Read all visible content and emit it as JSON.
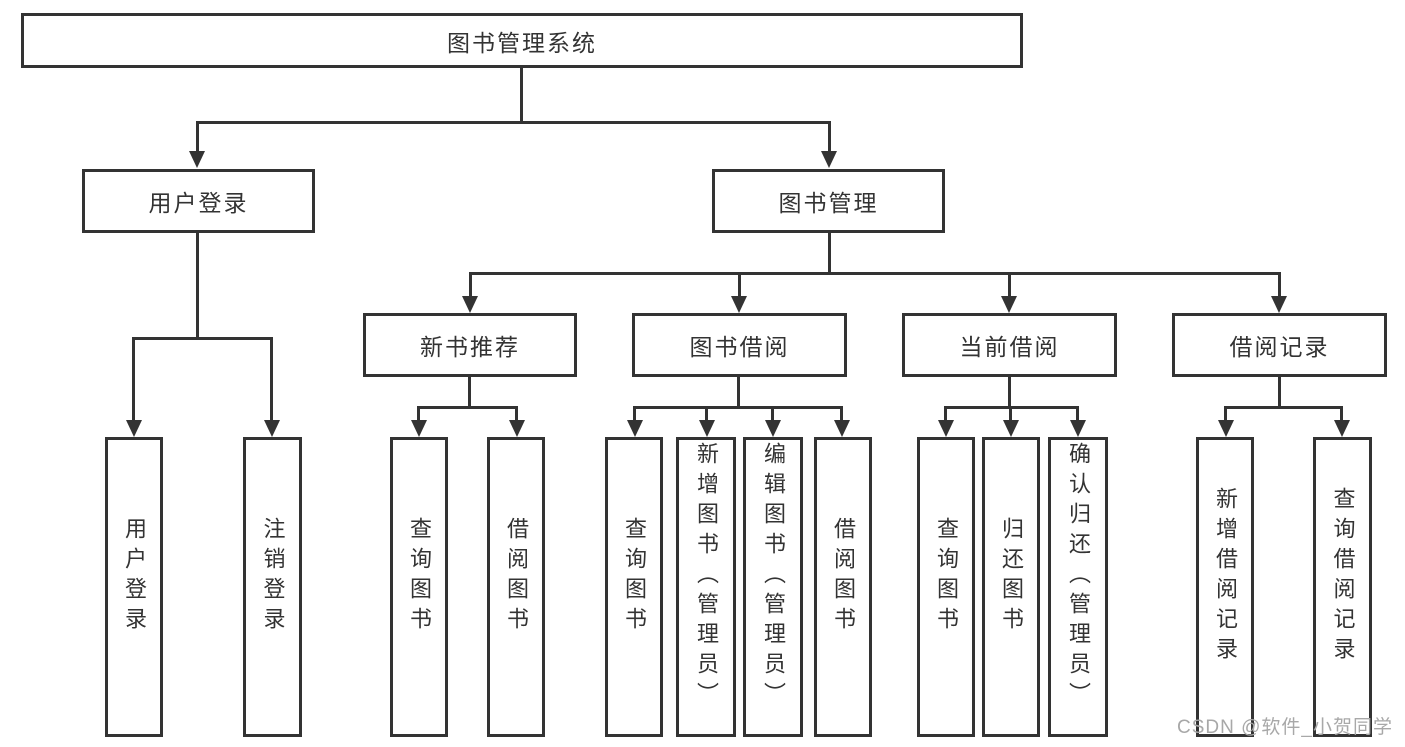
{
  "tree": {
    "root": {
      "label": "图书管理系统"
    },
    "branches": [
      {
        "label": "用户登录",
        "children": [
          {
            "label": "用户登录"
          },
          {
            "label": "注销登录"
          }
        ]
      },
      {
        "label": "图书管理",
        "children": [
          {
            "label": "新书推荐",
            "children": [
              {
                "label": "查询图书"
              },
              {
                "label": "借阅图书"
              }
            ]
          },
          {
            "label": "图书借阅",
            "children": [
              {
                "label": "查询图书"
              },
              {
                "label": "新增图书（管理员）"
              },
              {
                "label": "编辑图书（管理员）"
              },
              {
                "label": "借阅图书"
              }
            ]
          },
          {
            "label": "当前借阅",
            "children": [
              {
                "label": "查询图书"
              },
              {
                "label": "归还图书"
              },
              {
                "label": "确认归还（管理员）"
              }
            ]
          },
          {
            "label": "借阅记录",
            "children": [
              {
                "label": "新增借阅记录"
              },
              {
                "label": "查询借阅记录"
              }
            ]
          }
        ]
      }
    ]
  },
  "watermark": {
    "text": "CSDN @软件_小贺同学"
  },
  "colors": {
    "line": "#333333",
    "text": "#333333",
    "watermark": "#a8a8a8",
    "background": "#ffffff"
  }
}
